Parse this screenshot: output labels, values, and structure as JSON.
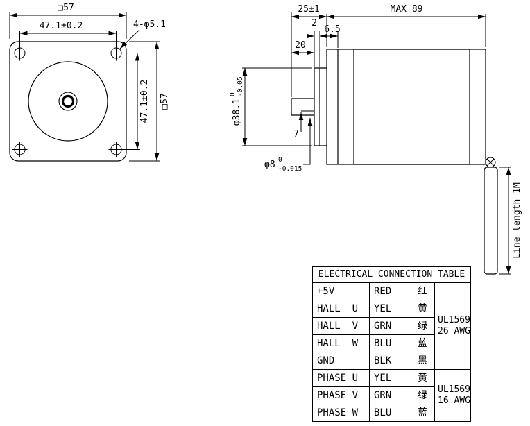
{
  "front": {
    "square_top": "□57",
    "hole_spacing_h": "47.1±0.2",
    "holes_label": "4-φ5.1",
    "hole_spacing_v": "47.1±0.2",
    "square_right": "□57"
  },
  "side": {
    "shaft_total": "25±1",
    "body_max": "MAX 89",
    "step": "2",
    "boss_depth": "6.5",
    "shaft_len": "20",
    "pilot_dia": "φ38.1",
    "pilot_tol_hi": "0",
    "pilot_tol_lo": "-0.05",
    "flat_len": "7",
    "shaft_dia": "φ8",
    "shaft_tol_hi": "0",
    "shaft_tol_lo": "-0.015",
    "cable_label": "Line length 1M"
  },
  "table": {
    "title": "ELECTRICAL CONNECTION TABLE",
    "rows": [
      {
        "signal": "+5V",
        "color": "RED",
        "cn": "红"
      },
      {
        "signal": "HALL  U",
        "color": "YEL",
        "cn": "黄"
      },
      {
        "signal": "HALL  V",
        "color": "GRN",
        "cn": "绿"
      },
      {
        "signal": "HALL  W",
        "color": "BLU",
        "cn": "蓝"
      },
      {
        "signal": "GND",
        "color": "BLK",
        "cn": "黑"
      },
      {
        "signal": "PHASE U",
        "color": "YEL",
        "cn": "黄"
      },
      {
        "signal": "PHASE V",
        "color": "GRN",
        "cn": "绿"
      },
      {
        "signal": "PHASE W",
        "color": "BLU",
        "cn": "蓝"
      }
    ],
    "groups": [
      {
        "spec": "UL1569\n26 AWG"
      },
      {
        "spec": "UL1569\n16 AWG"
      }
    ]
  }
}
